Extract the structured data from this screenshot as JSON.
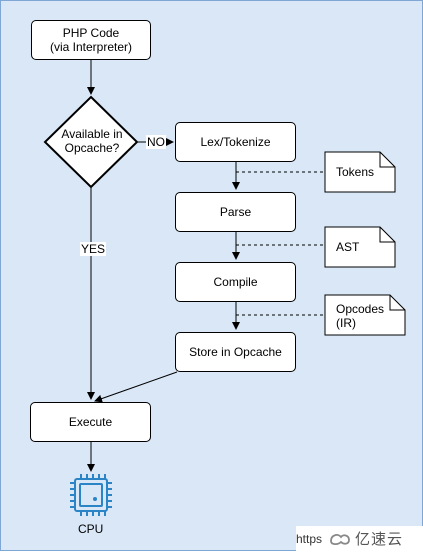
{
  "nodes": {
    "php_code": "PHP Code\n(via Interpreter)",
    "decision": "Available in\nOpcache?",
    "lex": "Lex/Tokenize",
    "parse": "Parse",
    "compile": "Compile",
    "store": "Store in Opcache",
    "execute": "Execute",
    "cpu": "CPU"
  },
  "notes": {
    "tokens": "Tokens",
    "ast": "AST",
    "opcodes": "Opcodes\n(IR)"
  },
  "edge_labels": {
    "no": "NO",
    "yes": "YES"
  },
  "watermark": {
    "prefix": "https",
    "brand": "亿速云"
  },
  "colors": {
    "background": "#d9e7f7",
    "cpu": "#2a84c6"
  }
}
